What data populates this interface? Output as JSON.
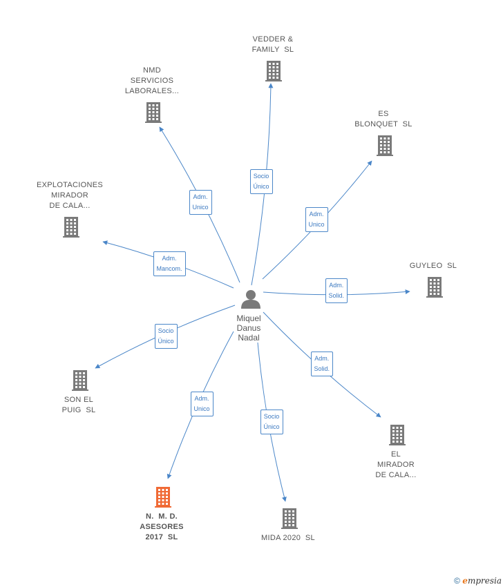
{
  "center": {
    "name_lines": [
      "Miquel",
      "Danus",
      "Nadal"
    ],
    "icon": "person-icon"
  },
  "companies": [
    {
      "id": "vedder",
      "lines": [
        "VEDDER &",
        "FAMILY  SL"
      ],
      "relation": [
        "Socio",
        "Único"
      ],
      "highlight": false
    },
    {
      "id": "nmd-servicios",
      "lines": [
        "NMD",
        "SERVICIOS",
        "LABORALES..."
      ],
      "relation": [
        "Adm.",
        "Unico"
      ],
      "highlight": false
    },
    {
      "id": "es-blonquet",
      "lines": [
        "ES",
        "BLONQUET  SL"
      ],
      "relation": [
        "Adm.",
        "Unico"
      ],
      "highlight": false
    },
    {
      "id": "explotaciones",
      "lines": [
        "EXPLOTACIONES",
        "MIRADOR",
        "DE CALA..."
      ],
      "relation": [
        "Adm.",
        "Mancom."
      ],
      "highlight": false
    },
    {
      "id": "guyleo",
      "lines": [
        "GUYLEO  SL"
      ],
      "relation": [
        "Adm.",
        "Solid."
      ],
      "highlight": false
    },
    {
      "id": "son-el-puig",
      "lines": [
        "SON EL",
        "PUIG  SL"
      ],
      "relation": [
        "Socio",
        "Único"
      ],
      "highlight": false
    },
    {
      "id": "el-mirador",
      "lines": [
        "EL",
        "MIRADOR",
        "DE CALA..."
      ],
      "relation": [
        "Adm.",
        "Solid."
      ],
      "highlight": false
    },
    {
      "id": "nmd-asesores",
      "lines": [
        "N.  M. D.",
        "ASESORES",
        "2017  SL"
      ],
      "relation": [
        "Adm.",
        "Unico"
      ],
      "highlight": true
    },
    {
      "id": "mida-2020",
      "lines": [
        "MIDA 2020  SL"
      ],
      "relation": [
        "Socio",
        "Único"
      ],
      "highlight": false
    }
  ],
  "colors": {
    "edge": "#4a86c8",
    "building": "#7a7a7a",
    "building_highlight": "#f06a35",
    "person": "#7a7a7a"
  },
  "footer": {
    "copyright": "©",
    "brand_initial": "e",
    "brand_rest": "mpresia"
  }
}
